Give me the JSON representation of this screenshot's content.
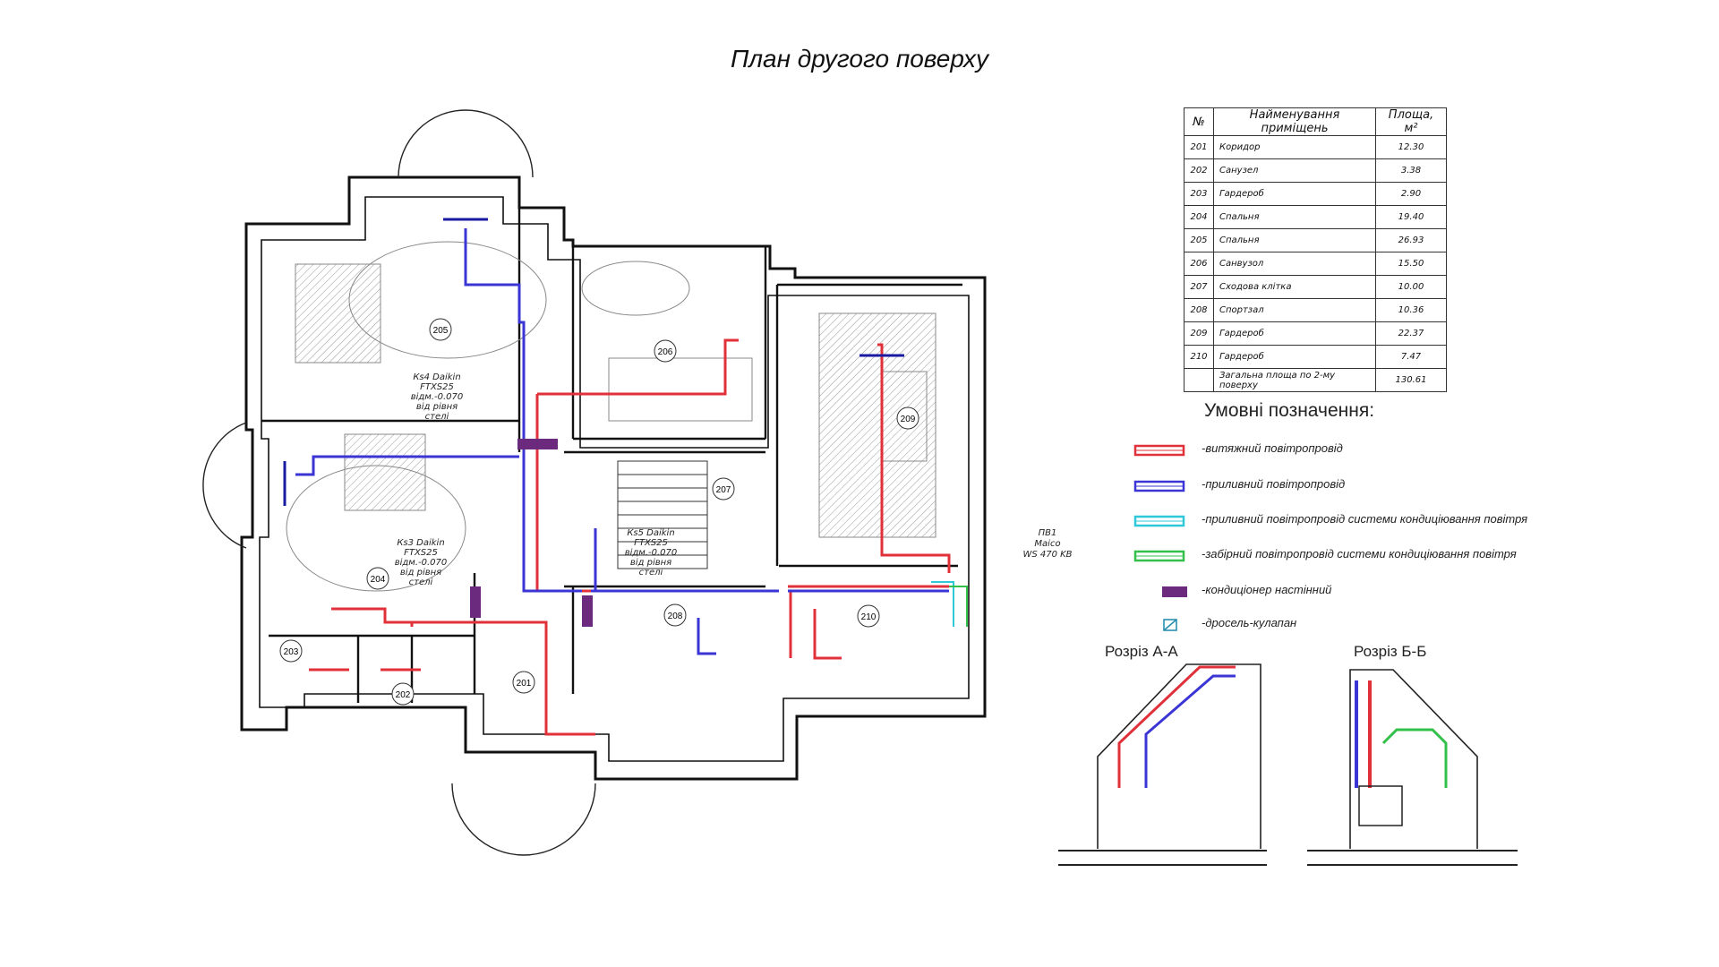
{
  "title": "План другого поверху",
  "room_table": {
    "headers": {
      "no": "№",
      "name": "Найменування приміщень",
      "area": "Площа, м²"
    },
    "rows": [
      {
        "no": "201",
        "name": "Коридор",
        "area": "12.30"
      },
      {
        "no": "202",
        "name": "Санузел",
        "area": "3.38"
      },
      {
        "no": "203",
        "name": "Гардероб",
        "area": "2.90"
      },
      {
        "no": "204",
        "name": "Спальня",
        "area": "19.40"
      },
      {
        "no": "205",
        "name": "Спальня",
        "area": "26.93"
      },
      {
        "no": "206",
        "name": "Санвузол",
        "area": "15.50"
      },
      {
        "no": "207",
        "name": "Сходова клітка",
        "area": "10.00"
      },
      {
        "no": "208",
        "name": "Спортзал",
        "area": "10.36"
      },
      {
        "no": "209",
        "name": "Гардероб",
        "area": "22.37"
      },
      {
        "no": "210",
        "name": "Гардероб",
        "area": "7.47"
      }
    ],
    "total": {
      "label": "Загальна площа по 2-му поверху",
      "area": "130.61"
    }
  },
  "legend": {
    "title": "Умовні позначення:",
    "items": [
      {
        "name": "exhaust-duct",
        "symbol": "duct",
        "color": "#e0303a",
        "label": "-витяжний повітропровід"
      },
      {
        "name": "supply-duct",
        "symbol": "duct",
        "color": "#3b35d6",
        "label": "-приливний повітропровід"
      },
      {
        "name": "ac-supply-duct",
        "symbol": "duct",
        "color": "#2fc8d8",
        "label": "-приливний повітропровід системи кондиціювання повітря"
      },
      {
        "name": "ac-intake-duct",
        "symbol": "duct",
        "color": "#33c04a",
        "label": "-забірний повітропровід системи кондиціювання повітря"
      },
      {
        "name": "wall-ac",
        "symbol": "bar",
        "color": "#6b2a7d",
        "label": "-кондиціонер настінний"
      },
      {
        "name": "throttle-valve",
        "symbol": "valve",
        "color": "#2a8fb0",
        "label": "-дросель-кулапан"
      }
    ]
  },
  "sections": {
    "a": "Розріз А-А",
    "b": "Розріз Б-Б"
  },
  "plan_labels": {
    "rooms": [
      "201",
      "202",
      "203",
      "204",
      "205",
      "206",
      "207",
      "208",
      "209",
      "210"
    ],
    "ac_units": {
      "ks3": [
        "Кs3 Daikin",
        "FTXS25",
        "відм.-0.070",
        "від рівня",
        "стелі"
      ],
      "ks4": [
        "Кs4 Daikin",
        "FTXS25",
        "відм.-0.070",
        "від рівня",
        "стелі"
      ],
      "ks5": [
        "Кs5 Daikin",
        "FTXS25",
        "відм.-0.070",
        "від рівня",
        "стелі"
      ]
    },
    "pv1": [
      "ПВ1",
      "Maico",
      "WS 470 KB"
    ]
  },
  "colors": {
    "exhaust": "#e0303a",
    "supply": "#3b35d6",
    "ac_supply": "#2fc8d8",
    "ac_intake": "#33c04a",
    "ac_unit": "#6b2a7d",
    "wall": "#111111"
  }
}
